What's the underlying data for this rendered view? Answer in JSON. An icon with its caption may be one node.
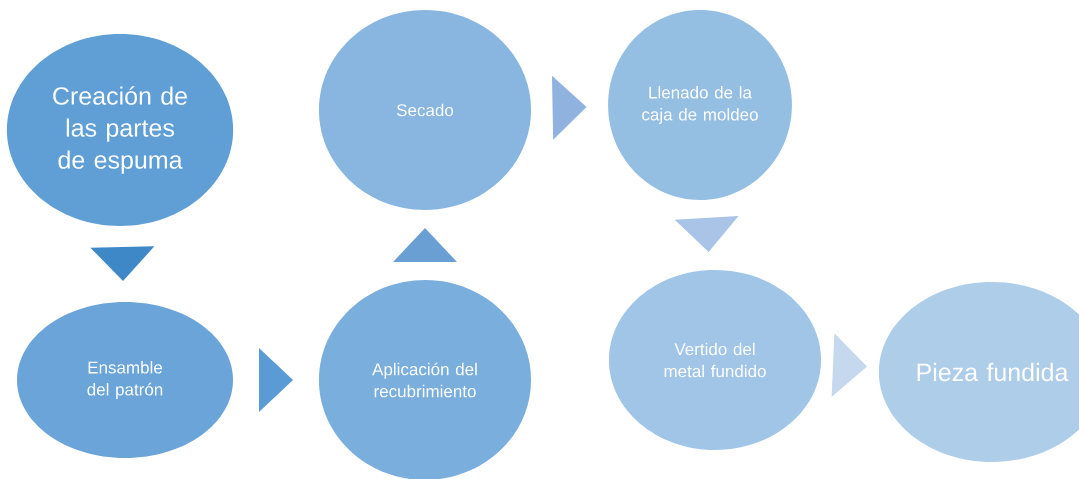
{
  "diagram": {
    "nodes": [
      {
        "text": [
          "Creación de las partes de espuma"
        ]
      },
      {
        "text": [
          "Ensamble del patrón"
        ]
      },
      {
        "text": [
          "Aplicación del recubrimiento"
        ]
      },
      {
        "text": [
          "Secado"
        ]
      },
      {
        "text": [
          "Llenado de la caja de moldeo"
        ]
      },
      {
        "text": [
          "Vertido del metal fundido"
        ]
      },
      {
        "text": [
          "Pieza fundida"
        ]
      }
    ],
    "edges": [
      {
        "from": 0,
        "to": 1,
        "arrow": "to"
      },
      {
        "from": 1,
        "to": 2,
        "arrow": "to"
      },
      {
        "from": 2,
        "to": 3,
        "arrow": "to"
      },
      {
        "from": 3,
        "to": 4,
        "arrow": "to"
      },
      {
        "from": 4,
        "to": 5,
        "arrow": "to"
      },
      {
        "from": 5,
        "to": 6,
        "arrow": "to"
      }
    ]
  }
}
